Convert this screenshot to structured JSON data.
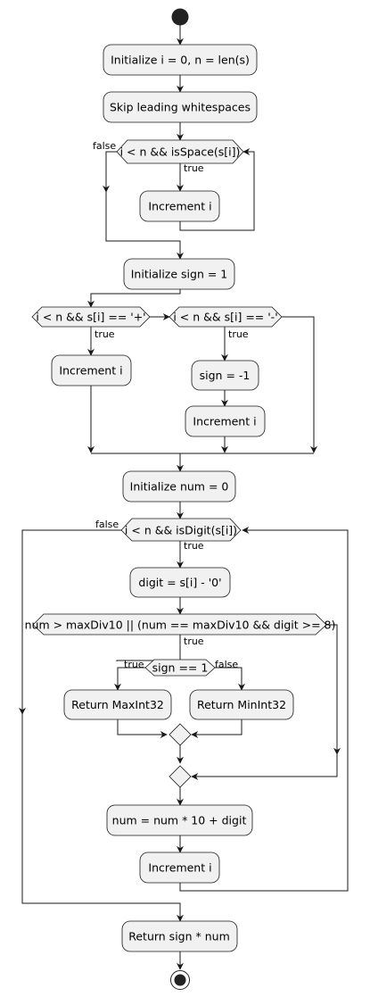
{
  "nodes": {
    "init_i": "Initialize i = 0, n = len(s)",
    "skip_ws": "Skip leading whitespaces",
    "cond_space": "i < n && isSpace(s[i])",
    "inc_i_1": "Increment i",
    "init_sign": "Initialize sign = 1",
    "cond_plus": "i < n && s[i] == '+'",
    "cond_minus": "i < n && s[i] == '-'",
    "inc_i_2": "Increment i",
    "sign_neg": "sign = -1",
    "inc_i_3": "Increment i",
    "init_num": "Initialize num = 0",
    "cond_digit": "i < n && isDigit(s[i])",
    "digit_calc": "digit = s[i] - '0'",
    "cond_overflow": "num > maxDiv10 || (num == maxDiv10 && digit >= 8)",
    "cond_sign": "sign == 1",
    "ret_max": "Return MaxInt32",
    "ret_min": "Return MinInt32",
    "num_update": "num = num * 10 + digit",
    "inc_i_4": "Increment i",
    "ret_result": "Return sign * num"
  },
  "branch_labels": {
    "true": "true",
    "false": "false"
  }
}
